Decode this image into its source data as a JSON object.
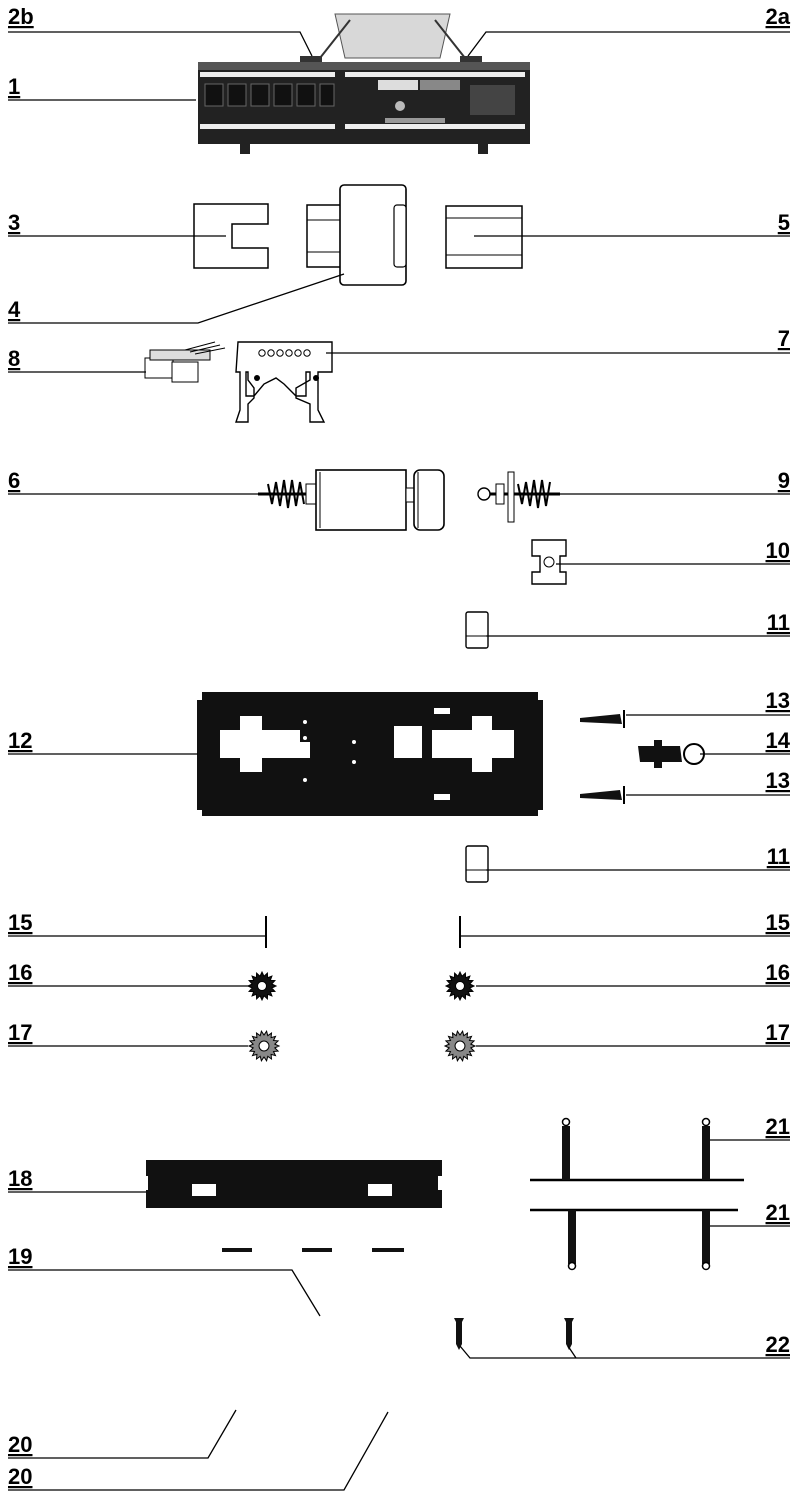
{
  "title": "",
  "labels": {
    "l2b": "2b",
    "l2a": "2a",
    "l1": "1",
    "l3": "3",
    "l5": "5",
    "l4": "4",
    "l8": "8",
    "l7": "7",
    "l6": "6",
    "l9": "9",
    "l10": "10",
    "l11a": "11",
    "l12": "12",
    "l13a": "13",
    "l14": "14",
    "l13b": "13",
    "l11b": "11",
    "l15a": "15",
    "l15b": "15",
    "l16a": "16",
    "l16b": "16",
    "l17a": "17",
    "l17b": "17",
    "l18": "18",
    "l21a": "21",
    "l21b": "21",
    "l19": "19",
    "l22": "22",
    "l20a": "20",
    "l20b": "20"
  },
  "colors": {
    "ink": "#000000",
    "paper": "#ffffff",
    "gear": "#888888"
  }
}
